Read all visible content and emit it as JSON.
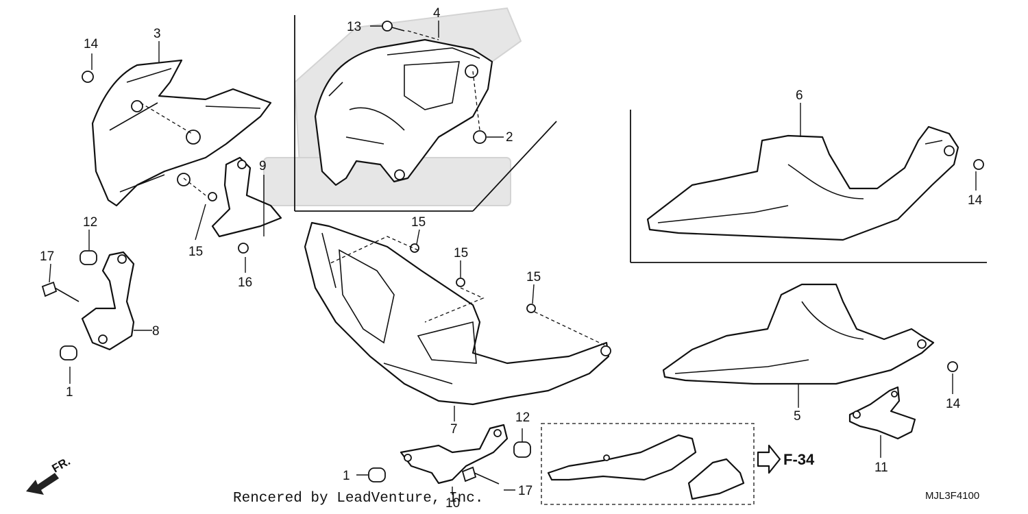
{
  "callouts": {
    "c1a": "1",
    "c1b": "1",
    "c2": "2",
    "c3": "3",
    "c4": "4",
    "c5": "5",
    "c6": "6",
    "c7": "7",
    "c8": "8",
    "c9": "9",
    "c10": "10",
    "c11": "11",
    "c12a": "12",
    "c12b": "12",
    "c13": "13",
    "c14a": "14",
    "c14b": "14",
    "c14c": "14",
    "c15a": "15",
    "c15b": "15",
    "c15c": "15",
    "c15d": "15",
    "c16": "16",
    "c17a": "17",
    "c17b": "17"
  },
  "footer": {
    "credit": "Rencered by LeadVenture, Inc.",
    "diagram_code": "MJL3F4100",
    "page_ref": "F-34",
    "front_label": "FR."
  },
  "colors": {
    "line": "#111111",
    "watermark": "#e4e4e4"
  }
}
